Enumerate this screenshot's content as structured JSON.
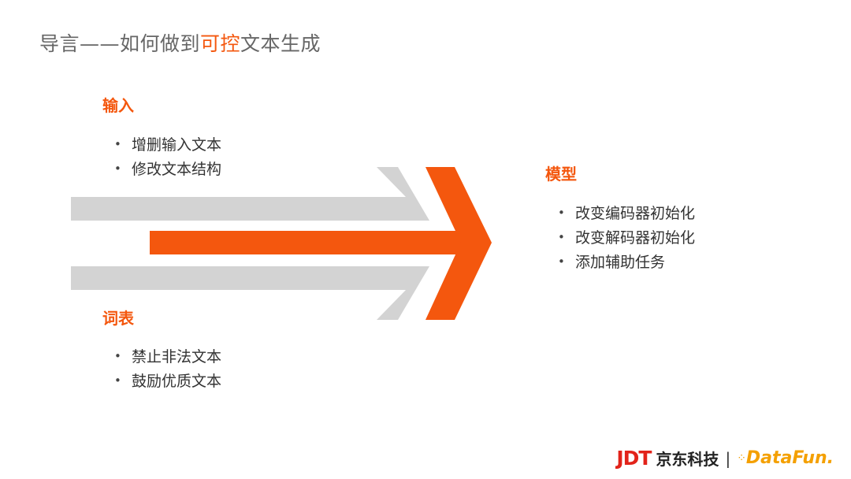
{
  "title": {
    "prefix": "导言——如何做到",
    "highlight": "可控",
    "suffix": "文本生成"
  },
  "input_section": {
    "heading": "输入",
    "items": [
      "增删输入文本",
      "修改文本结构"
    ]
  },
  "vocab_section": {
    "heading": "词表",
    "items": [
      "禁止非法文本",
      "鼓励优质文本"
    ]
  },
  "model_section": {
    "heading": "模型",
    "items": [
      "改变编码器初始化",
      "改变解码器初始化",
      "添加辅助任务"
    ]
  },
  "logo": {
    "jdt": "JDT",
    "jdt_cn": "京东科技",
    "separator": "|",
    "datafun": "DataFun."
  },
  "colors": {
    "accent": "#f4570e",
    "arrow_gray": "#d3d3d3",
    "text": "#333333",
    "title_gray": "#666666"
  }
}
